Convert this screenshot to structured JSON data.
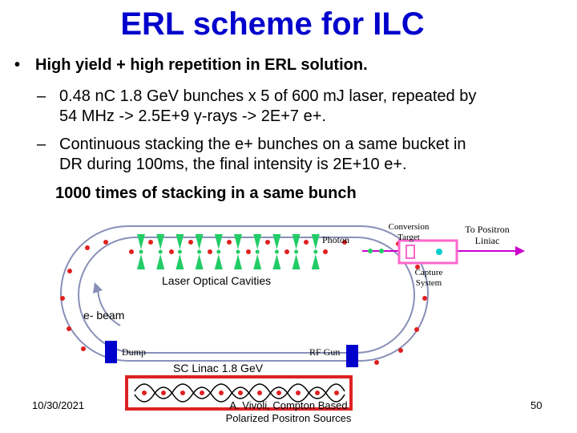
{
  "slide": {
    "title": "ERL scheme for ILC",
    "bullets": [
      {
        "marker": "•",
        "text": "High yield + high repetition in ERL solution."
      },
      {
        "marker": "–",
        "lines": [
          "0.48 nC 1.8 GeV bunches x 5 of 600 mJ laser, repeated by",
          "54 MHz -> 2.5E+9 γ-rays -> 2E+7 e+."
        ]
      },
      {
        "marker": "–",
        "lines": [
          "Continuous stacking the e+ bunches on a same bucket in",
          "DR during 100ms, the final intensity is 2E+10 e+."
        ]
      }
    ],
    "highlight": "1000 times of stacking in a same bunch"
  },
  "diagram": {
    "labels": {
      "photon": "Photon",
      "conversion_target": [
        "Conversion",
        "Target"
      ],
      "to_positron_linac": [
        "To Positron",
        "Liniac"
      ],
      "capture_system": [
        "Capture",
        "System"
      ],
      "laser_optical_cavities": "Laser Optical Cavities",
      "e_beam": "e- beam",
      "dump": "Dump",
      "rf_gun": "RF Gun",
      "sc_linac": "SC Linac 1.8 GeV"
    },
    "colors": {
      "ring": "#8a8fb8",
      "cavity": "#22cc66",
      "bunch": "#e02020",
      "target": "#ff66cc",
      "photon_arrow": "#cc00cc",
      "linac_box": "#dd2222",
      "rf_block": "#0000cc",
      "capture_dot": "#00cccc"
    },
    "cavity_count": 10
  },
  "footer": {
    "date": "10/30/2021",
    "author": [
      "A. Vivoli, Compton Based",
      "Polarized Positron Sources"
    ],
    "page": "50"
  }
}
